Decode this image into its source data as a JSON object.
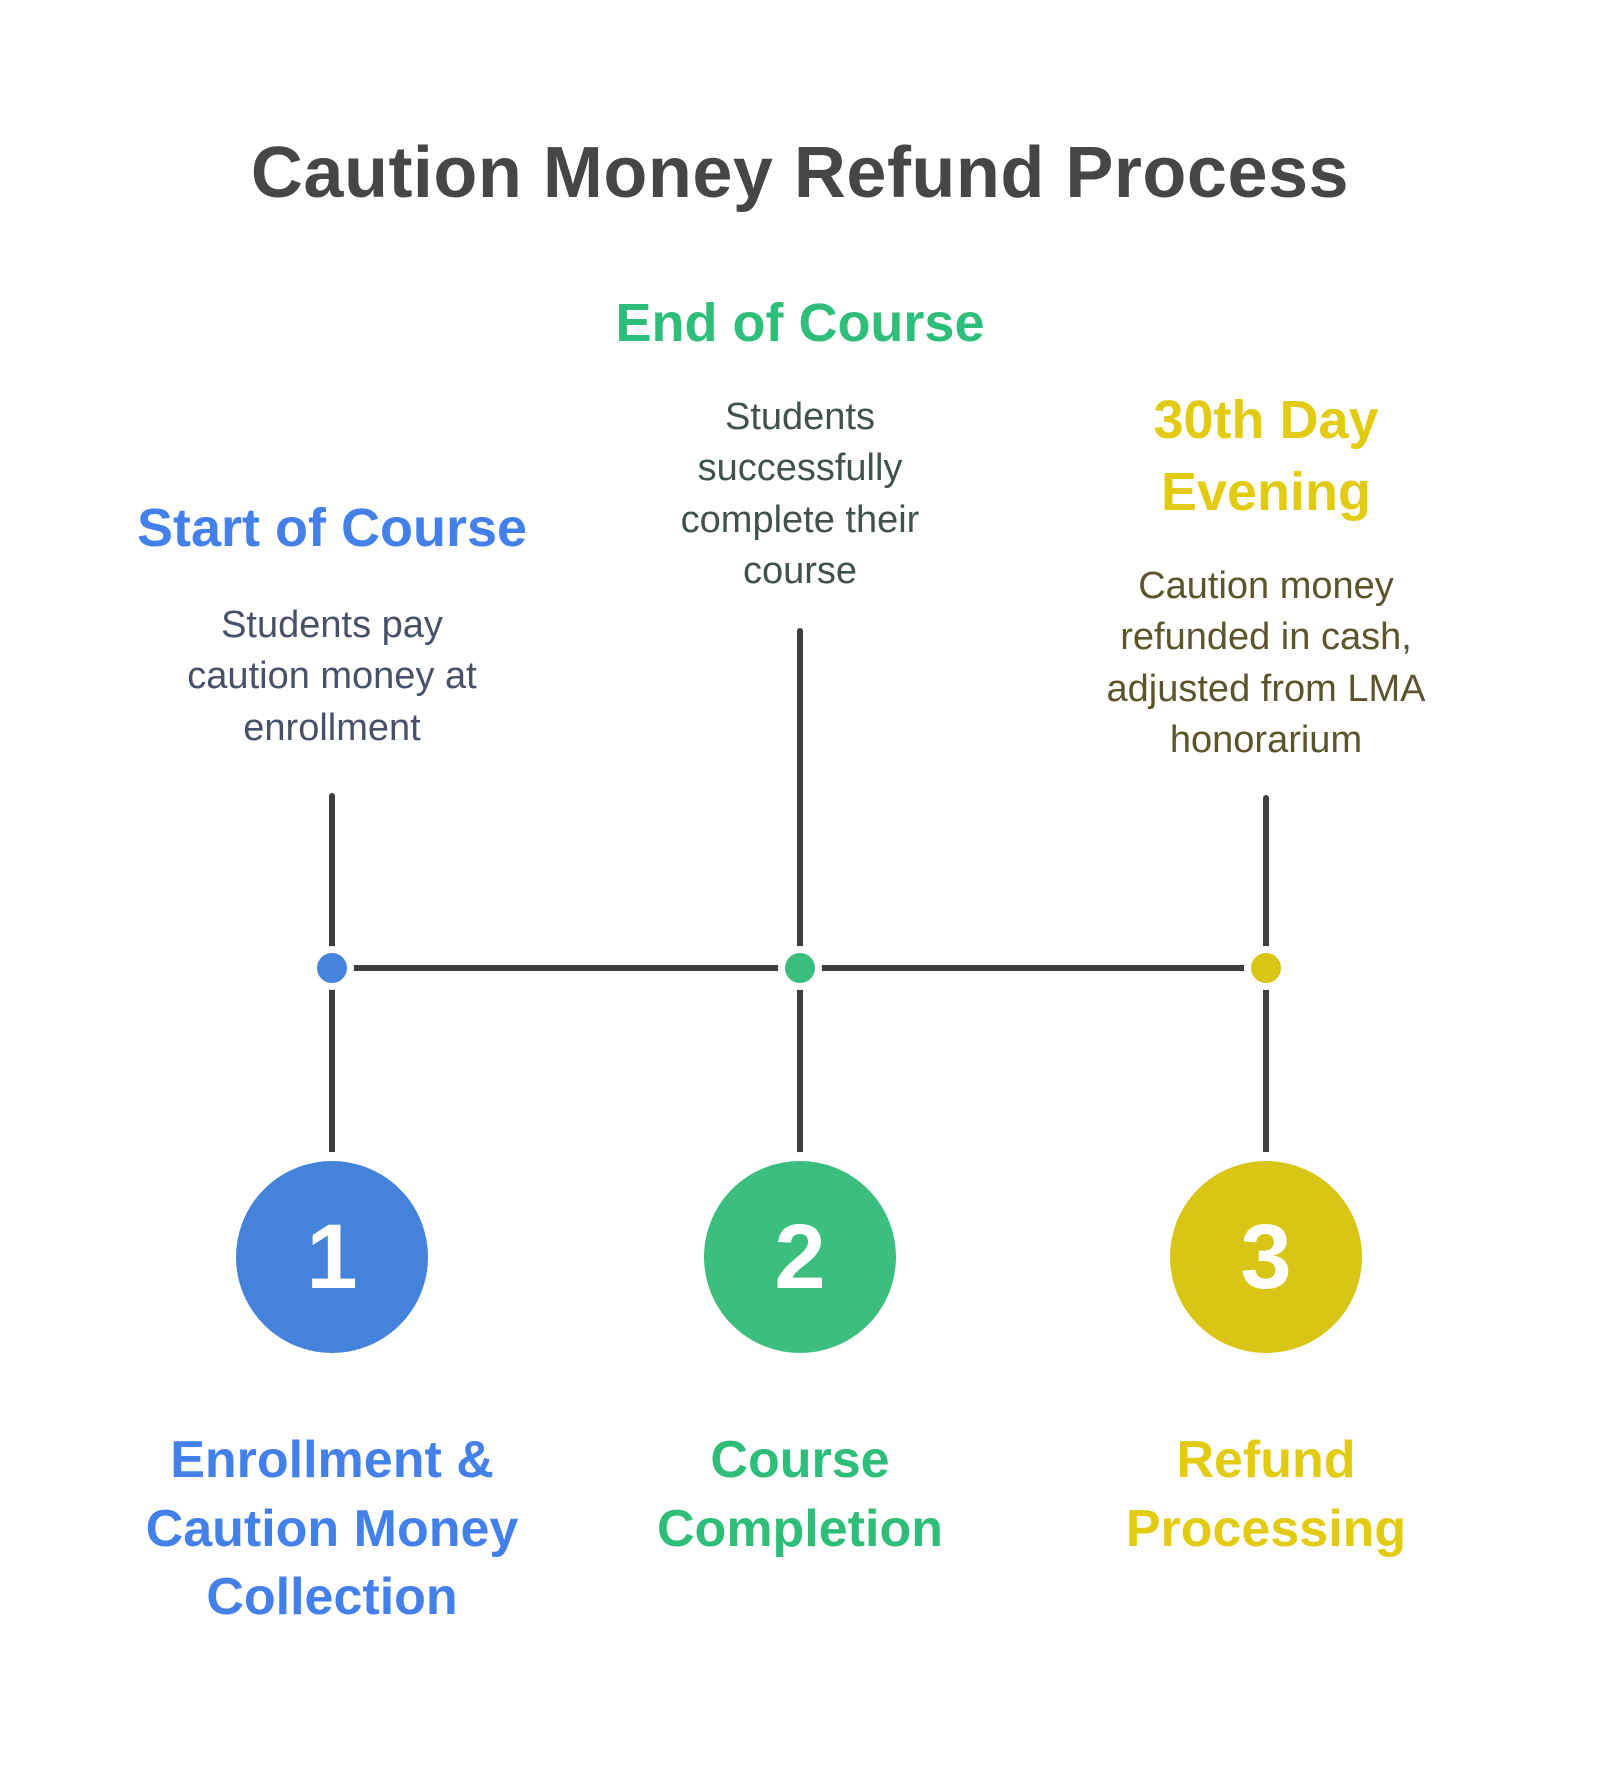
{
  "title": "Caution Money Refund Process",
  "title_color": "#464646",
  "background": "#FFFFFF",
  "line_color": "#3E3E3E",
  "steps": [
    {
      "number": "1",
      "heading": "Start of Course",
      "description": "Students pay caution money at enrollment",
      "label": "Enrollment & Caution Money Collection",
      "accent_color": "#4480EA",
      "circle_color": "#4583DB",
      "description_color": "#475169"
    },
    {
      "number": "2",
      "heading": "End of Course",
      "description": "Students successfully complete their course",
      "label": "Course Completion",
      "accent_color": "#2EBE7A",
      "circle_color": "#3CBE7F",
      "description_color": "#40524A"
    },
    {
      "number": "3",
      "heading": "30th Day Evening",
      "description": "Caution money refunded in cash, adjusted from LMA honorarium",
      "label": "Refund Processing",
      "accent_color": "#E2CB11",
      "circle_color": "#D8C516",
      "description_color": "#5B552C"
    }
  ]
}
